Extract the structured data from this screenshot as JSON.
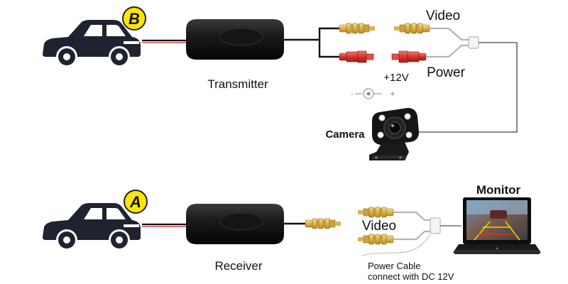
{
  "badges": {
    "top": "B",
    "bottom": "A"
  },
  "labels": {
    "transmitter": "Transmitter",
    "video_top": "Video",
    "power": "Power",
    "plus12v": "+12V",
    "camera": "Camera",
    "monitor": "Monitor",
    "receiver": "Receiver",
    "video_bottom": "Video",
    "power_cable_1": "Power Cable",
    "power_cable_2": "connect with DC 12V"
  },
  "colors": {
    "car": "#1f2330",
    "badge_fill": "#ffe600",
    "box": "#1a1a1a",
    "rca_yellow": "#e8c35a",
    "rca_red": "#d7342a",
    "wire": "#111111"
  },
  "icons": {
    "car": "car-icon",
    "camera": "camera-icon",
    "monitor": "monitor-icon",
    "polarity": "dc-polarity-icon"
  }
}
